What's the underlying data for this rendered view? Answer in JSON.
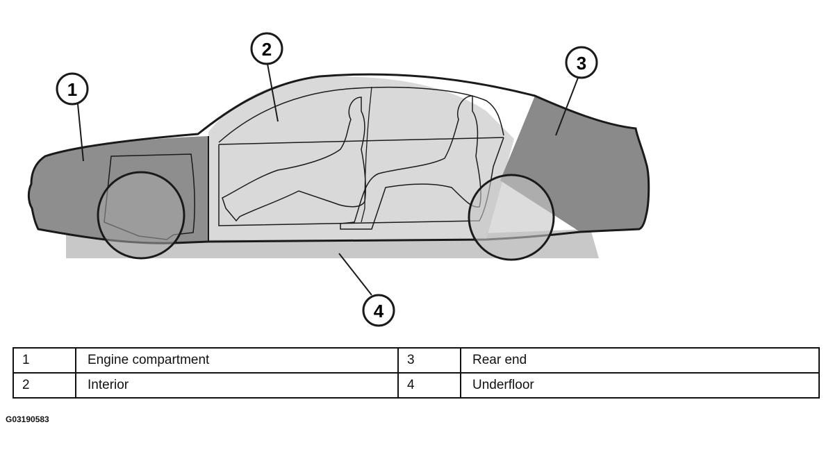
{
  "diagram": {
    "callouts": [
      {
        "num": "1",
        "label": "Engine compartment"
      },
      {
        "num": "2",
        "label": "Interior"
      },
      {
        "num": "3",
        "label": "Rear end"
      },
      {
        "num": "4",
        "label": "Underfloor"
      }
    ],
    "colors": {
      "engine_shade": "#8e8e8e",
      "interior_shade": "#d9d9d9",
      "rear_shade": "#8a8a8a",
      "underfloor_shade": "#c8c8c8",
      "outline": "#1a1a1a"
    }
  },
  "legend": {
    "rows": [
      {
        "num_a": "1",
        "label_a": "Engine compartment",
        "num_b": "3",
        "label_b": "Rear end"
      },
      {
        "num_a": "2",
        "label_a": "Interior",
        "num_b": "4",
        "label_b": "Underfloor"
      }
    ]
  },
  "figure_id": "G03190583"
}
